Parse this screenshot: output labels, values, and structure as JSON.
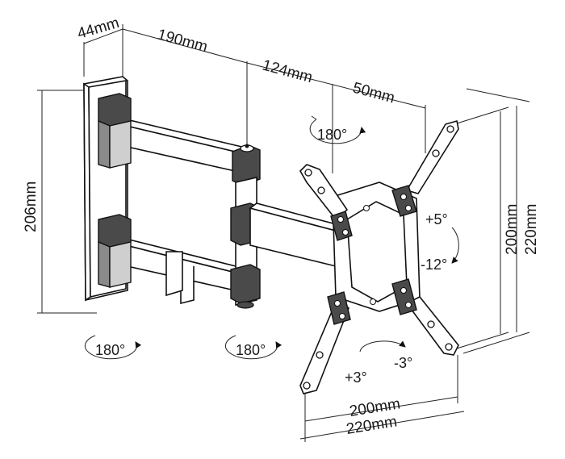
{
  "dimensions": {
    "wall_depth": "44mm",
    "arm_total": "190mm",
    "arm_second": "124mm",
    "arm_third": "50mm",
    "height_left": "206mm",
    "vesa_vertical_inner": "200mm",
    "vesa_vertical_outer": "220mm",
    "vesa_horizontal_inner": "200mm",
    "vesa_horizontal_outer": "220mm"
  },
  "rotations": {
    "top_joint": "180°",
    "wall_bottom": "180°",
    "middle_bottom": "180°",
    "tilt_up": "+5°",
    "tilt_down": "-12°",
    "swivel_left": "+3°",
    "swivel_right": "-3°"
  },
  "colors": {
    "line": "#111111",
    "dark_fill": "#4a4a4a",
    "mid_fill": "#8a8a8a"
  }
}
